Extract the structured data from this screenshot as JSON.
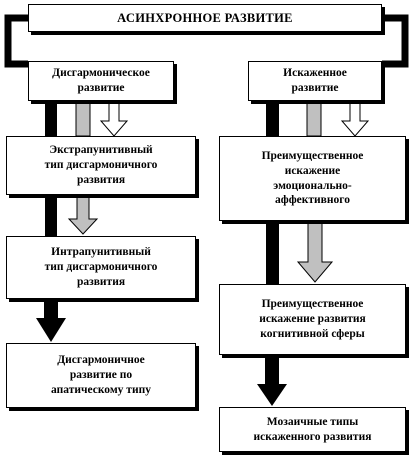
{
  "diagram": {
    "root": "АСИНХРОННОЕ   РАЗВИТИЕ",
    "left_branch": {
      "title": "Дисгармоническое\nразвитие",
      "steps": [
        "Экстрапунитивный\nтип дисгармоничного\nразвития",
        "Интрапунитивный\nтип дисгармоничного\nразвития",
        "Дисгармоничное\nразвитие по\nапатическому типу"
      ]
    },
    "right_branch": {
      "title": "Искаженное\nразвитие",
      "steps": [
        "Преимущественное\nискажение\nэмоционально-\nаффективного",
        "Преимущественное\nискажение развития\nкогнитивной сферы",
        "Мозаичные типы\nискаженного развития"
      ]
    },
    "arrow_colors": {
      "black": "#000000",
      "gray": "#c0c0c0",
      "white": "#ffffff"
    }
  }
}
